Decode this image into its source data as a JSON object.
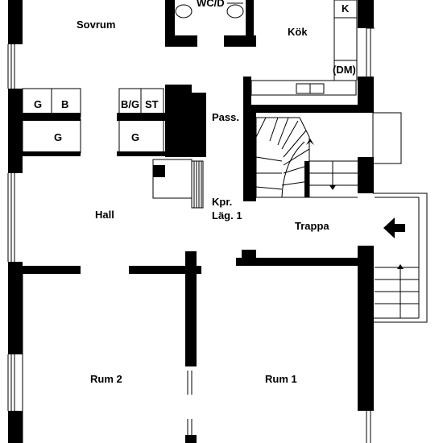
{
  "plan": {
    "rooms": {
      "sovrum": "Sovrum",
      "wc": "WC/D",
      "kok": "Kök",
      "k": "K",
      "dm": "(DM)",
      "g1": "G",
      "b": "B",
      "bg": "B/G",
      "st": "ST",
      "g2": "G",
      "g3": "G",
      "pass": "Pass.",
      "hall": "Hall",
      "kpr1": "Kpr.",
      "kpr2": "Läg. 1",
      "trappa": "Trappa",
      "rum2": "Rum 2",
      "rum1": "Rum 1"
    }
  }
}
